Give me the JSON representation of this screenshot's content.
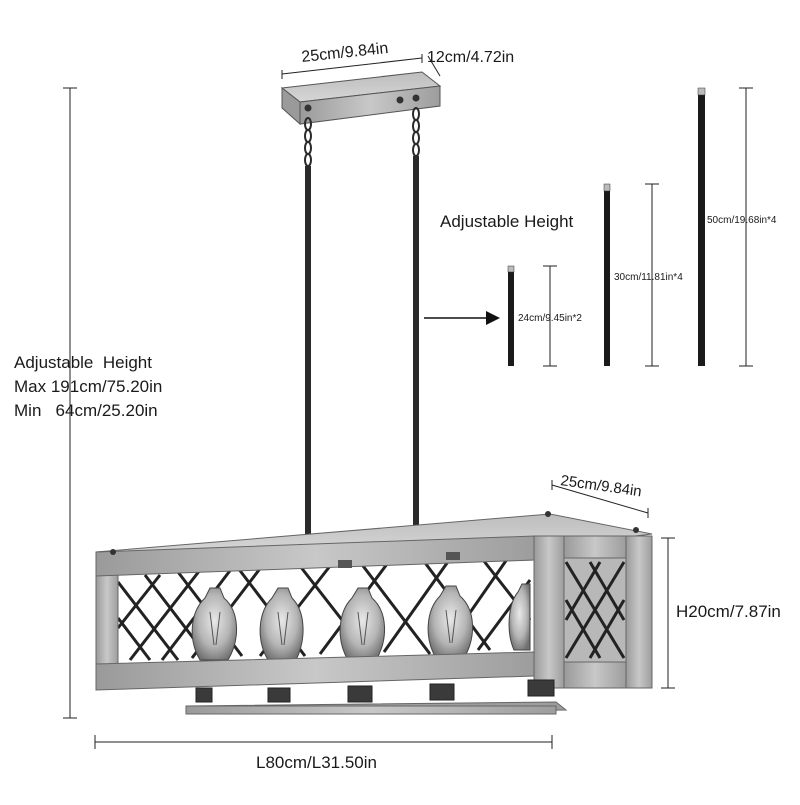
{
  "canopy": {
    "width_label": "25cm/9.84in",
    "depth_label": "12cm/4.72in"
  },
  "adjustable_height": {
    "lines": [
      "Adjustable  Height",
      "Max 191cm/75.20in",
      "Min   64cm/25.20in"
    ]
  },
  "rods": {
    "title": "Adjustable Height",
    "items": [
      {
        "label": "24cm/9.45in*2"
      },
      {
        "label": "30cm/11.81in*4"
      },
      {
        "label": "50cm/19.68in*4"
      }
    ]
  },
  "fixture": {
    "depth_label": "25cm/9.84in",
    "height_label": "H20cm/7.87in",
    "length_label": "L80cm/L31.50in"
  }
}
